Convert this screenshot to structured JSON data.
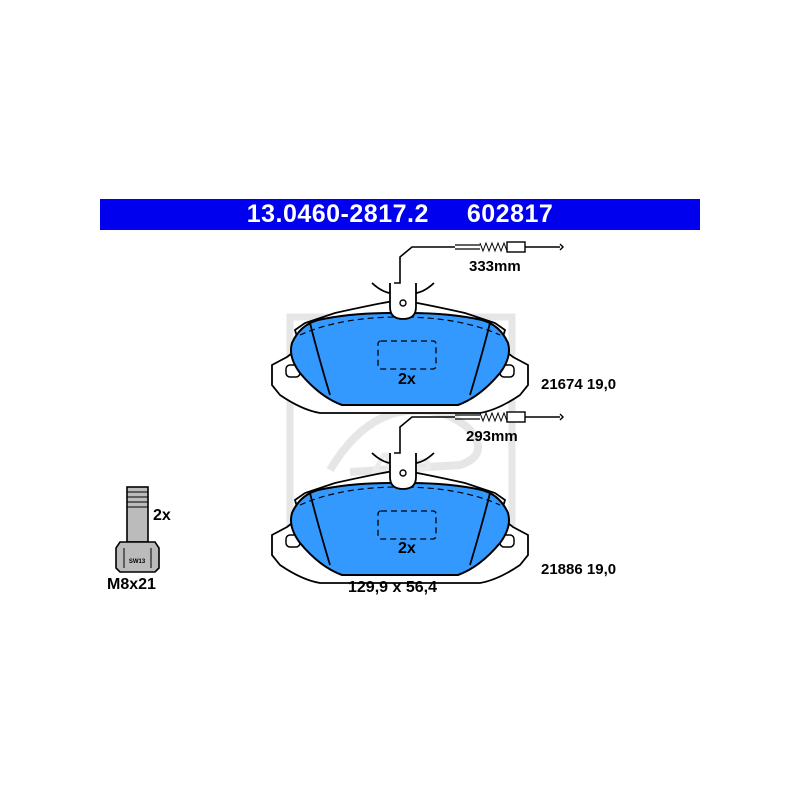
{
  "header": {
    "part_number": "13.0460-2817.2",
    "ref_number": "602817"
  },
  "top_pad": {
    "wire_length": "333mm",
    "quantity": "2x",
    "spec": "21674 19,0"
  },
  "bottom_pad": {
    "wire_length": "293mm",
    "quantity": "2x",
    "spec": "21886 19,0"
  },
  "pad_dimensions": "129,9 x 56,4",
  "bolt": {
    "quantity": "2x",
    "size": "M8x21",
    "head_mark": "SW13"
  },
  "watermark": {
    "brand": "Ate"
  },
  "colors": {
    "header_bg": "#0000ee",
    "pad_fill": "#3399ff",
    "line": "#000000",
    "watermark": "#e6e6e6",
    "bolt_fill": "#bbbbbb"
  }
}
